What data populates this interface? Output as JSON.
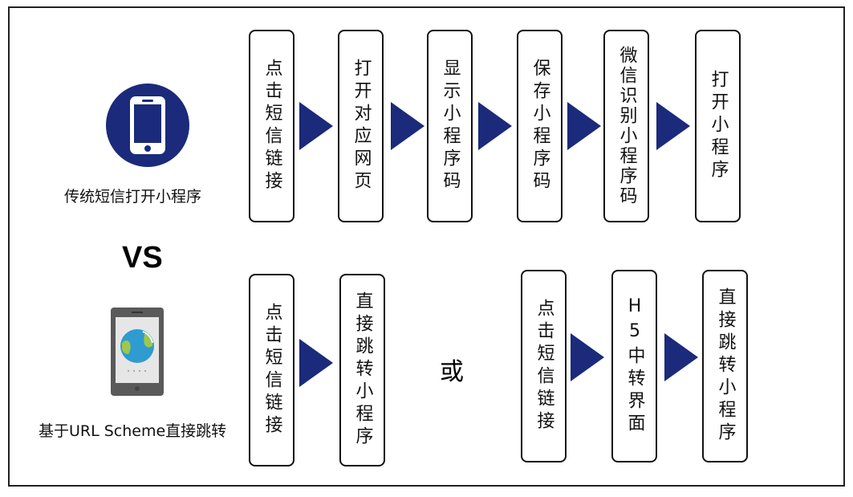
{
  "traditional": {
    "title": "传统短信打开小程序",
    "steps": [
      "点击短信链接",
      "打开对应网页",
      "显示小程序码",
      "保存小程序码",
      "微信识别小程序码",
      "打开小程序"
    ]
  },
  "vs_label": "VS",
  "url_scheme": {
    "title": "基于URL Scheme直接跳转",
    "option_a": [
      "点击短信链接",
      "直接跳转小程序"
    ],
    "or_label": "或",
    "option_b": [
      "点击短信链接",
      "H5中转界面",
      "直接跳转小程序"
    ]
  },
  "colors": {
    "accent": "#1b2a7a"
  }
}
